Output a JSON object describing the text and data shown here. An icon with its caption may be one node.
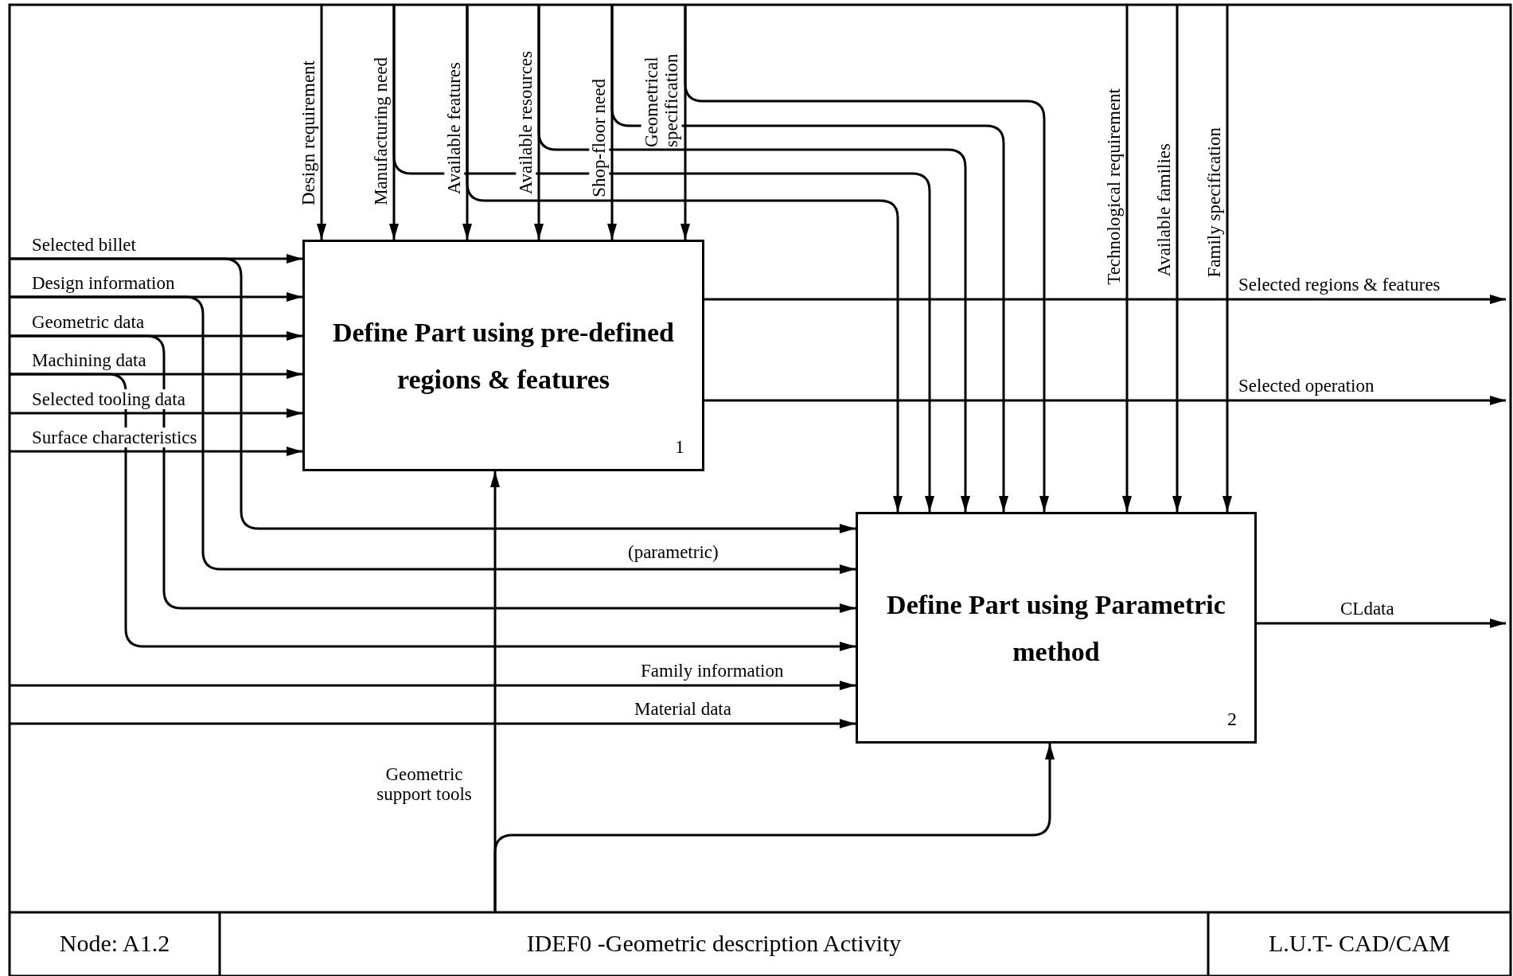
{
  "diagram": {
    "nodes": [
      {
        "text": [
          "Define Part using pre-defined regions & features",
          "1"
        ]
      },
      {
        "text": [
          "Define Part using Parametric method",
          "2"
        ]
      }
    ],
    "edges": [
      {
        "from": null,
        "to": 0,
        "arrow": "to",
        "label": "Design requirement"
      },
      {
        "from": null,
        "to": 0,
        "arrow": "to",
        "label": "Manufacturing need"
      },
      {
        "from": null,
        "to": 1,
        "arrow": "to"
      },
      {
        "from": null,
        "to": 0,
        "arrow": "to",
        "label": "Available features"
      },
      {
        "from": null,
        "to": 1,
        "arrow": "to"
      },
      {
        "from": null,
        "to": 0,
        "arrow": "to",
        "label": "Available resources"
      },
      {
        "from": null,
        "to": 1,
        "arrow": "to"
      },
      {
        "from": null,
        "to": 0,
        "arrow": "to",
        "label": "Shop-floor need"
      },
      {
        "from": null,
        "to": 1,
        "arrow": "to"
      },
      {
        "from": null,
        "to": 0,
        "arrow": "to",
        "label": "Geometrical specification"
      },
      {
        "from": null,
        "to": 1,
        "arrow": "to"
      },
      {
        "from": null,
        "to": 1,
        "arrow": "to",
        "label": "Technological requirement"
      },
      {
        "from": null,
        "to": 1,
        "arrow": "to",
        "label": "Available families"
      },
      {
        "from": null,
        "to": 1,
        "arrow": "to",
        "label": "Family specification"
      },
      {
        "from": null,
        "to": 0,
        "arrow": "to",
        "label": "Selected billet"
      },
      {
        "from": null,
        "to": 1,
        "arrow": "to",
        "label": "(parametric)"
      },
      {
        "from": null,
        "to": 0,
        "arrow": "to",
        "label": "Design information"
      },
      {
        "from": null,
        "to": 1,
        "arrow": "to"
      },
      {
        "from": null,
        "to": 0,
        "arrow": "to",
        "label": "Geometric data"
      },
      {
        "from": null,
        "to": 1,
        "arrow": "to"
      },
      {
        "from": null,
        "to": 0,
        "arrow": "to",
        "label": "Machining data"
      },
      {
        "from": null,
        "to": 1,
        "arrow": "to"
      },
      {
        "from": null,
        "to": 0,
        "arrow": "to",
        "label": "Selected tooling data"
      },
      {
        "from": null,
        "to": 0,
        "arrow": "to",
        "label": "Surface characteristics"
      },
      {
        "from": null,
        "to": 1,
        "arrow": "to",
        "label": "Family information"
      },
      {
        "from": null,
        "to": 1,
        "arrow": "to",
        "label": "Material data"
      },
      {
        "from": 0,
        "to": null,
        "arrow": "to",
        "label": "Selected regions & features"
      },
      {
        "from": 0,
        "to": null,
        "arrow": "to",
        "label": "Selected operation"
      },
      {
        "from": 1,
        "to": null,
        "arrow": "to",
        "label": "CLdata"
      },
      {
        "from": null,
        "to": 0,
        "arrow": "to",
        "label": "Geometric support tools"
      },
      {
        "from": null,
        "to": 1,
        "arrow": "to"
      }
    ],
    "labels": [
      "Node: A1.2",
      "IDEF0 -Geometric description Activity",
      "L.U.T- CAD/CAM"
    ]
  }
}
